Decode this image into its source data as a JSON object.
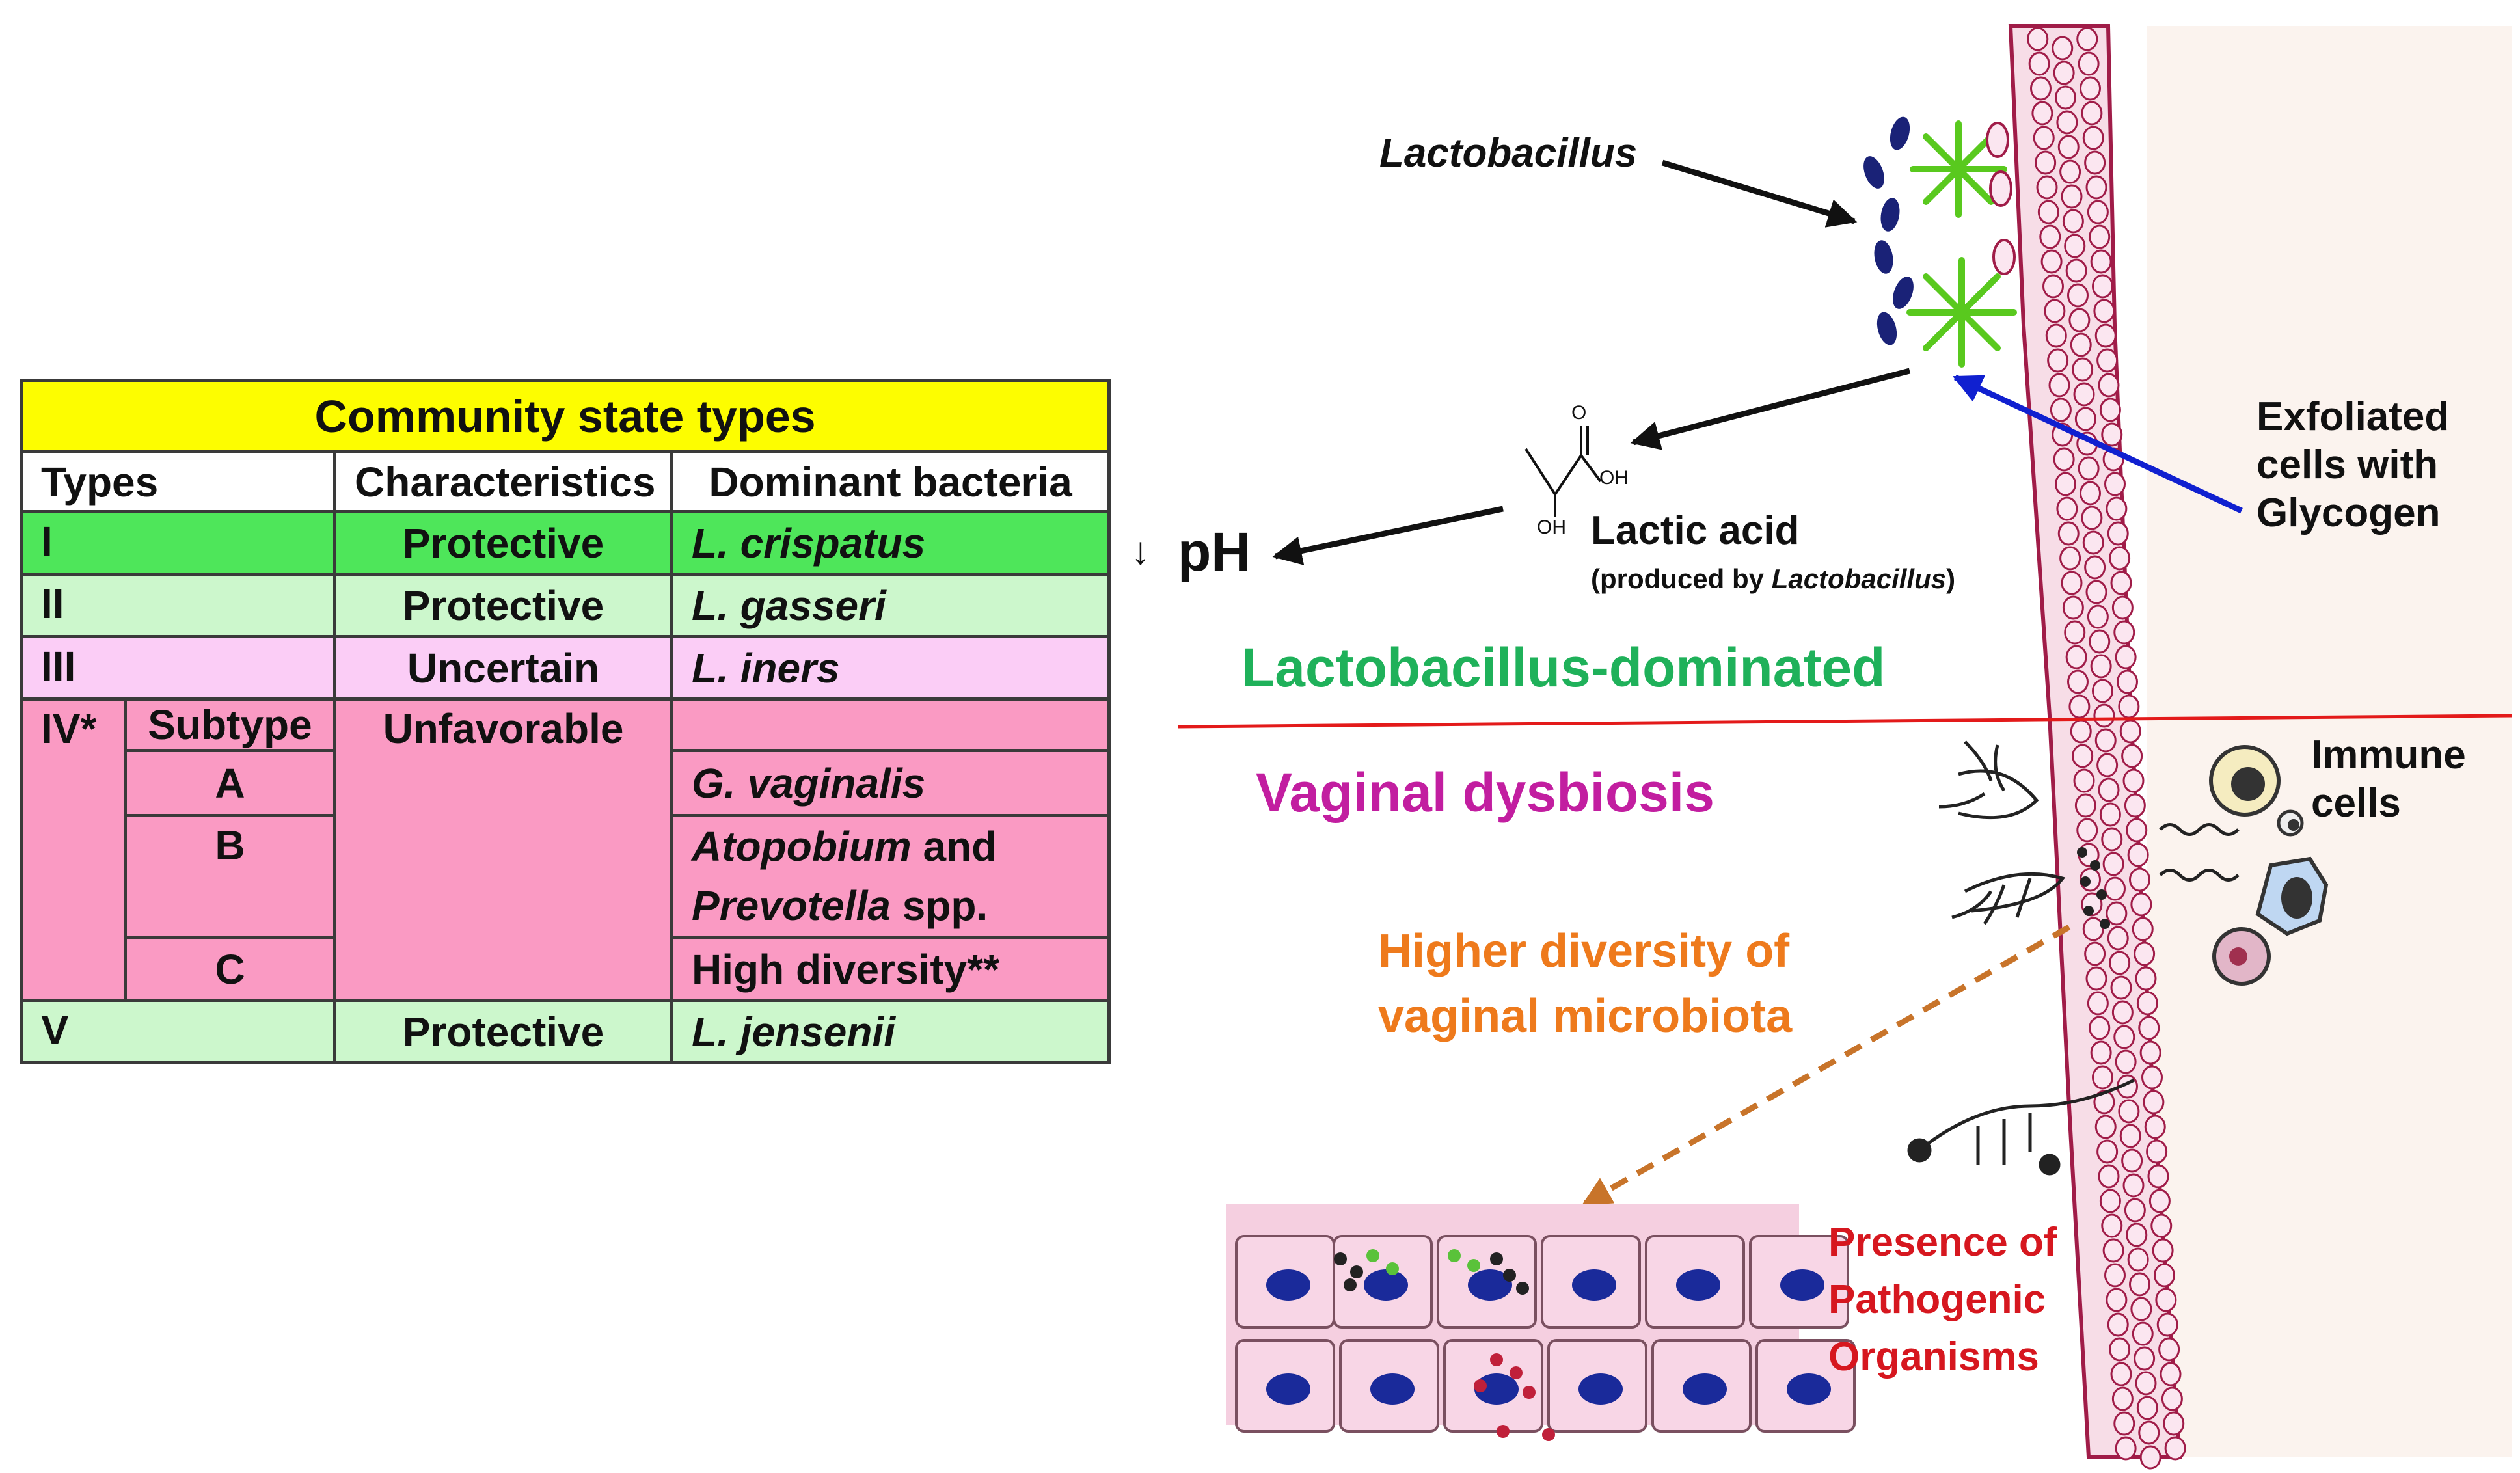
{
  "table": {
    "title": "Community state types",
    "headers": [
      "Types",
      "Characteristics",
      "Dominant bacteria"
    ],
    "rows": {
      "i": {
        "type": "I",
        "characteristic": "Protective",
        "bacteria": "L. crispatus"
      },
      "ii": {
        "type": "II",
        "characteristic": "Protective",
        "bacteria": "L. gasseri"
      },
      "iii": {
        "type": "III",
        "characteristic": "Uncertain",
        "bacteria": "L. iners"
      },
      "iv": {
        "type": "IV*",
        "subtype_label": "Subtype",
        "characteristic": "Unfavorable"
      },
      "iv_a": {
        "subtype": "A",
        "bacteria": "G. vaginalis"
      },
      "iv_b": {
        "subtype": "B",
        "bacteria_1": "Atopobium",
        "bacteria_1_suffix": " and",
        "bacteria_2": "Prevotella",
        "bacteria_2_suffix": " spp."
      },
      "iv_c": {
        "subtype": "C",
        "bacteria": "High diversity**"
      },
      "v": {
        "type": "V",
        "characteristic": "Protective",
        "bacteria": "L. jensenii"
      }
    },
    "colors": {
      "title": "#fdfd00",
      "protective_strong": "#4ee65a",
      "protective_light": "#ccf7cc",
      "uncertain": "#fbcdf6",
      "unfavorable": "#fa9ac3"
    }
  },
  "diagram": {
    "lactobacillus_label": "Lactobacillus",
    "ph_arrow": "↓",
    "ph_label": "pH",
    "lactic_acid": {
      "name": "Lactic acid",
      "note_prefix": "(produced by ",
      "note_italic": "Lactobacillus",
      "note_suffix": ")",
      "atom_o": "O",
      "atom_oh1": "OH",
      "atom_oh2": "OH"
    },
    "exfoliated_label_1": "Exfoliated",
    "exfoliated_label_2": "cells with",
    "exfoliated_label_3": "Glycogen",
    "lacto_dominated": "Lactobacillus-dominated",
    "dysbiosis": "Vaginal dysbiosis",
    "immune_label_1": "Immune",
    "immune_label_2": "cells",
    "diversity_label_1": "Higher diversity of",
    "diversity_label_2": "vaginal microbiota",
    "pathogen_label_1": "Presence of",
    "pathogen_label_2": "Pathogenic",
    "pathogen_label_3": "Organisms",
    "colors": {
      "green_heading": "#1fb15a",
      "dysbiosis": "#c21ea0",
      "diversity": "#ee7a1c",
      "pathogen": "#d6171f",
      "divider": "#e31a1a",
      "blue_arrow": "#1020d0",
      "dashed_arrow": "#c8742a"
    }
  }
}
